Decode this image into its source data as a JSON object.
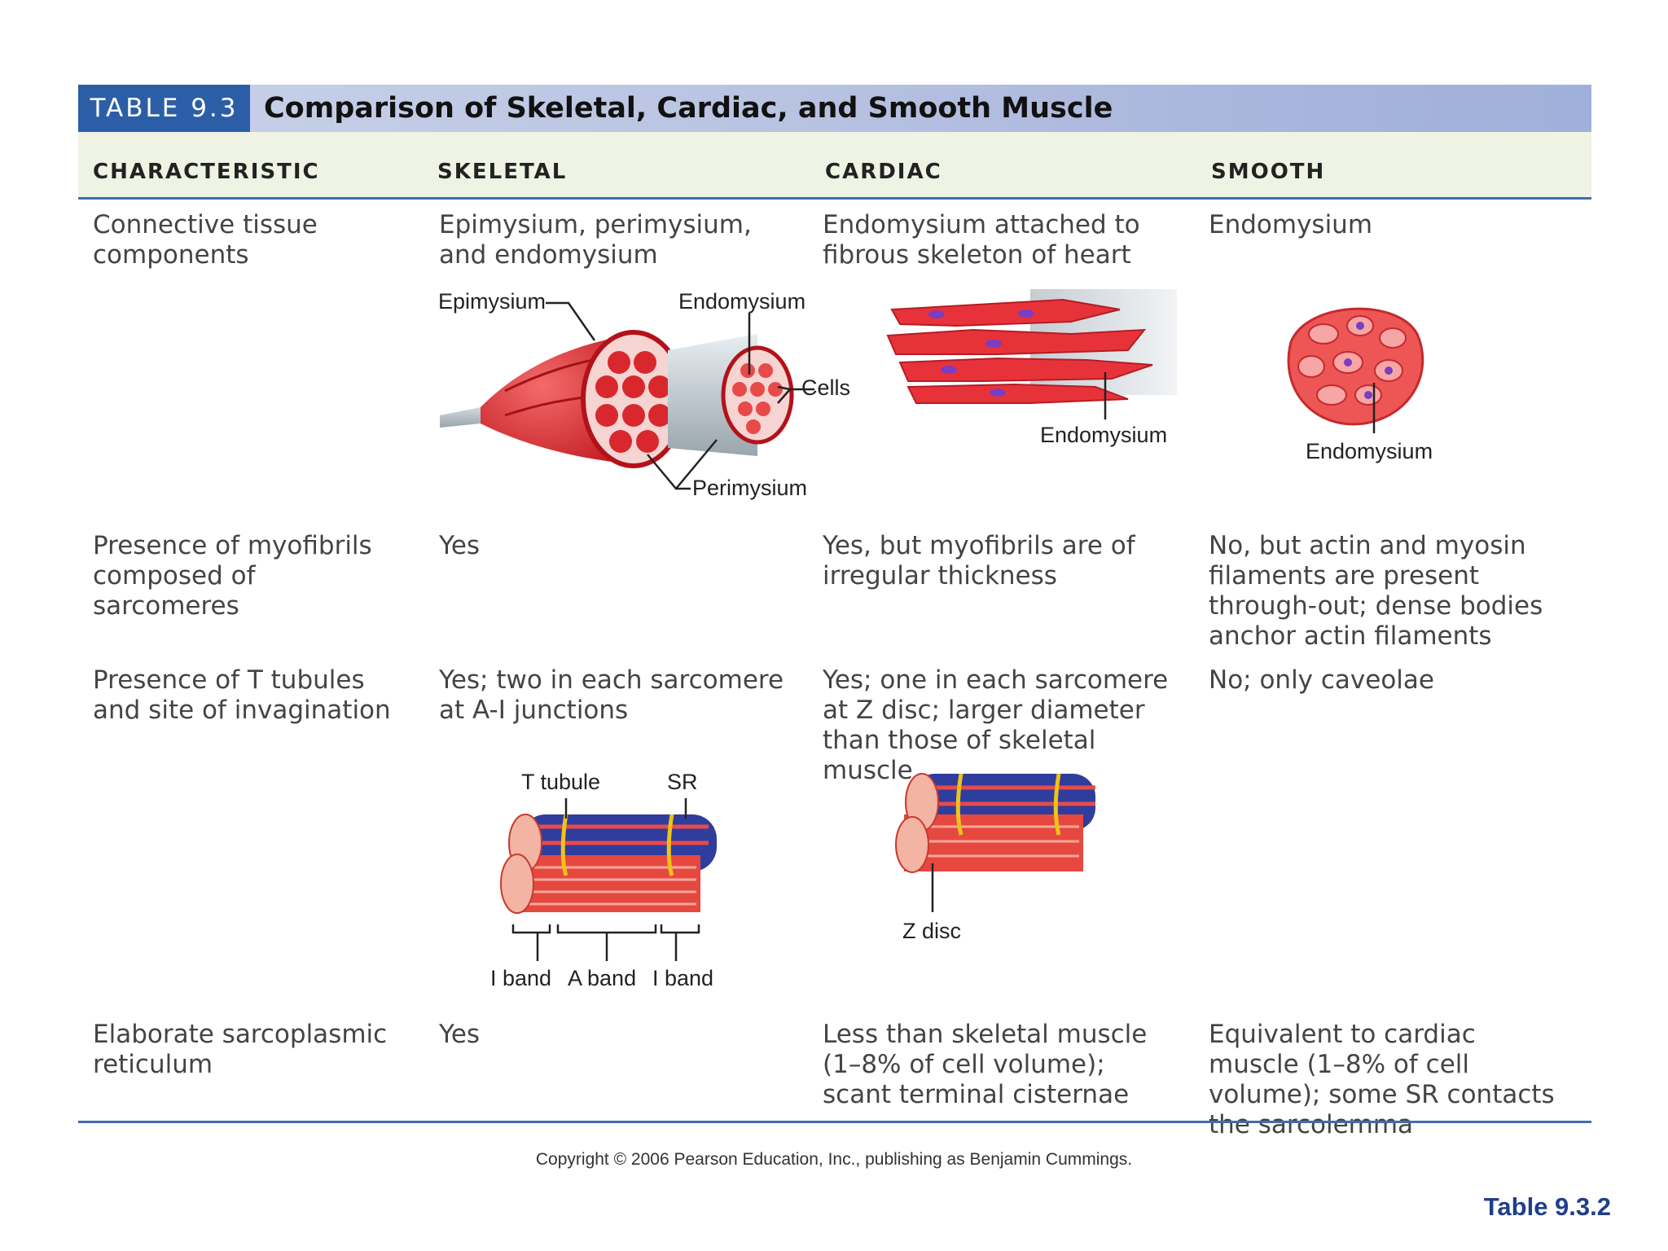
{
  "header": {
    "tag": "TABLE 9.3",
    "title": "Comparison of Skeletal, Cardiac, and Smooth Muscle"
  },
  "columns": [
    "CHARACTERISTIC",
    "SKELETAL",
    "CARDIAC",
    "SMOOTH"
  ],
  "rows": [
    {
      "characteristic": "Connective tissue components",
      "skeletal": "Epimysium, perimysium, and endomysium",
      "cardiac": "Endomysium attached to fibrous skeleton of heart",
      "smooth": "Endomysium"
    },
    {
      "characteristic": "Presence of myofibrils composed of sarcomeres",
      "skeletal": "Yes",
      "cardiac": "Yes, but myofibrils are of irregular thickness",
      "smooth": "No, but actin and myosin filaments are present through-out; dense bodies anchor actin filaments"
    },
    {
      "characteristic": "Presence of T tubules and site of invagination",
      "skeletal": "Yes; two in each sarcomere at A-I junctions",
      "cardiac": "Yes; one in each sarcomere at Z disc; larger diameter than those of skeletal muscle",
      "smooth": "No; only caveolae"
    },
    {
      "characteristic": "Elaborate sarcoplasmic reticulum",
      "skeletal": "Yes",
      "cardiac": "Less than skeletal muscle (1–8% of cell volume); scant terminal cisternae",
      "smooth": "Equivalent to cardiac muscle (1–8% of cell volume); some SR contacts the sarcolemma"
    }
  ],
  "figure_labels": {
    "skeletal": {
      "epimysium": "Epimysium",
      "endomysium": "Endomysium",
      "cells": "Cells",
      "perimysium": "Perimysium"
    },
    "cardiac": {
      "endomysium": "Endomysium"
    },
    "smooth": {
      "endomysium": "Endomysium"
    },
    "skeletal_tubule": {
      "t_tubule": "T tubule",
      "sr": "SR",
      "i_band_left": "I band",
      "a_band": "A band",
      "i_band_right": "I band"
    },
    "cardiac_tubule": {
      "z_disc": "Z disc"
    }
  },
  "footer": {
    "copyright": "Copyright © 2006 Pearson Education, Inc., publishing as Benjamin Cummings.",
    "table_number": "Table 9.3.2"
  },
  "colors": {
    "header_blue": "#2b5ea6",
    "rule_blue": "#3f6dae",
    "muscle_red": "#e23c3c",
    "column_header_bg": "#eef3e4"
  }
}
